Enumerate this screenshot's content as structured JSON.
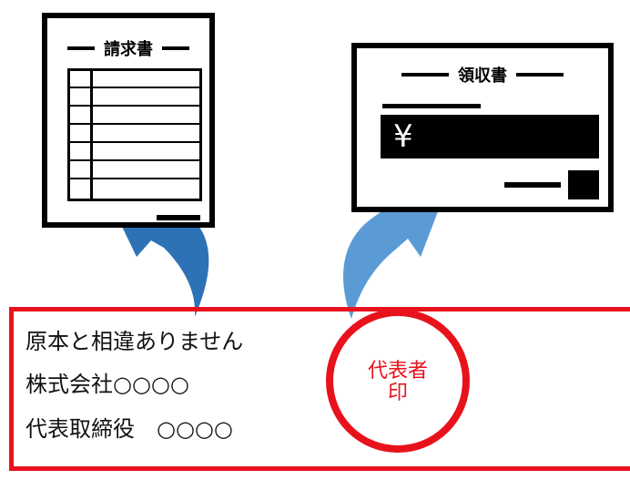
{
  "invoice": {
    "title": "請求書"
  },
  "receipt": {
    "title": "領収書",
    "yen_symbol": "¥"
  },
  "stamp_text": {
    "line1": "原本と相違ありません",
    "line2": "株式会社○○○○",
    "line3": "代表取締役　○○○○"
  },
  "seal": {
    "line1": "代表者",
    "line2": "印"
  },
  "colors": {
    "arrow_left": "#2e72b6",
    "arrow_right": "#5b9bd5",
    "stamp_red": "#e8121c"
  }
}
